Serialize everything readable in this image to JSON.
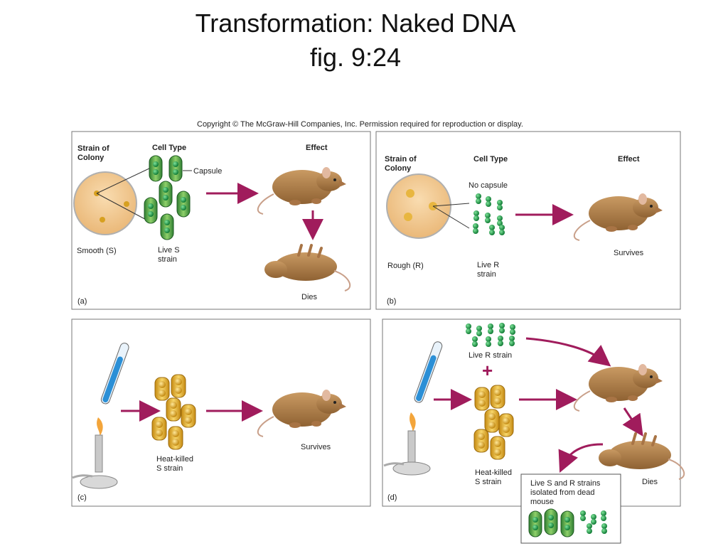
{
  "title": {
    "line1": "Transformation:  Naked DNA",
    "line2": "fig. 9:24"
  },
  "copyright": "Copyright © The McGraw-Hill Companies, Inc. Permission required for reproduction or display.",
  "panels": {
    "a": {
      "tag": "(a)",
      "strain_header": "Strain of\nColony",
      "cell_header": "Cell Type",
      "effect_header": "Effect",
      "capsule_label": "Capsule",
      "colony_label": "Smooth (S)",
      "cell_label": "Live S\nstrain",
      "effect_label": "Dies"
    },
    "b": {
      "tag": "(b)",
      "strain_header": "Strain of\nColony",
      "cell_header": "Cell Type",
      "effect_header": "Effect",
      "capsule_label": "No capsule",
      "colony_label": "Rough (R)",
      "cell_label": "Live R\nstrain",
      "effect_label": "Survives"
    },
    "c": {
      "tag": "(c)",
      "cell_label": "Heat-killed\nS strain",
      "effect_label": "Survives"
    },
    "d": {
      "tag": "(d)",
      "live_r_label": "Live R strain",
      "plus": "+",
      "heat_killed_label": "Heat-killed\nS strain",
      "effect_label": "Dies",
      "isolated_label": "Live S and R strains\nisolated from dead\nmouse"
    }
  },
  "colors": {
    "arrow": "#a01c5c",
    "capsule_green": "#2e8b3a",
    "cell_green": "#1f9a4a",
    "heat_killed": "#d9a520",
    "mouse": "#b98550",
    "plate": "#f3c88e",
    "tube_liquid": "#2b8fd6"
  }
}
